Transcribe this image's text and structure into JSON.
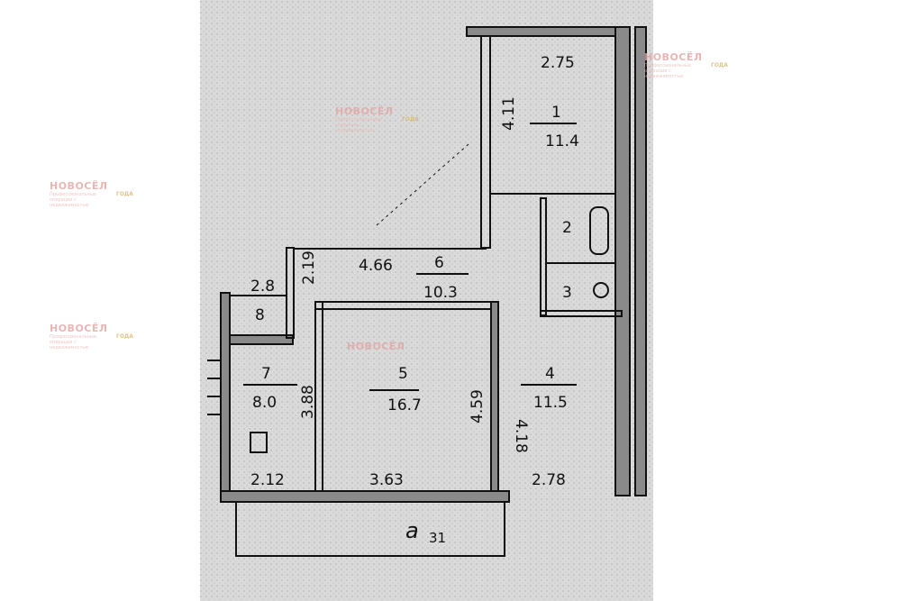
{
  "watermark": {
    "brand": "НОВОСЁЛ",
    "tagline": "Профессиональные операции с недвижимостью",
    "badge": "ГОДА"
  },
  "rooms": [
    {
      "number": "1",
      "area": "11.4"
    },
    {
      "number": "2",
      "area": ""
    },
    {
      "number": "3",
      "area": ""
    },
    {
      "number": "4",
      "area": "11.5"
    },
    {
      "number": "5",
      "area": "16.7"
    },
    {
      "number": "6",
      "area": "10.3"
    },
    {
      "number": "7",
      "area": "8.0"
    },
    {
      "number": "8",
      "area": ""
    }
  ],
  "dimensions": {
    "d275": "2.75",
    "d411": "4.11",
    "d466": "4.66",
    "d28": "2.8",
    "d219": "2.19",
    "d388": "3.88",
    "d459": "4.59",
    "d418": "4.18",
    "d212": "2.12",
    "d363": "3.63",
    "d278": "2.78"
  },
  "footer_label": "a",
  "footer_sub": "31",
  "colors": {
    "paper": "#d9d9d9",
    "wall": "#8a8a8a",
    "ink": "#111111",
    "watermark": "#e2a5a3"
  }
}
